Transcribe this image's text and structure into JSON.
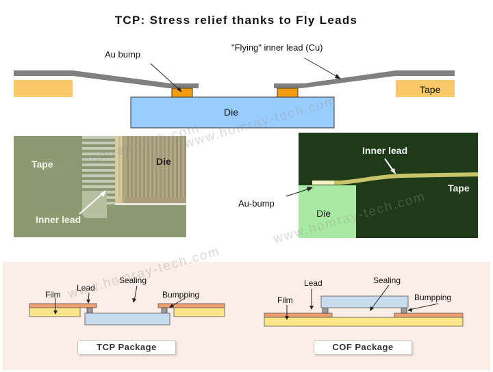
{
  "title": "TCP: Stress relief thanks to Fly Leads",
  "top_diagram": {
    "au_bump_label": "Au bump",
    "flying_lead_label": "\"Flying\" inner lead (Cu)",
    "tape_label": "Tape",
    "die_label": "Die"
  },
  "photo_left": {
    "tape_label": "Tape",
    "die_label": "Die",
    "inner_lead_label": "Inner lead"
  },
  "photo_right": {
    "inner_lead_label": "Inner lead",
    "tape_label": "Tape",
    "die_label": "Die",
    "au_bump_label": "Au-bump"
  },
  "tcp_package": {
    "film_label": "Film",
    "lead_label": "Lead",
    "sealing_label": "Sealing",
    "bumpping_label": "Bumpping",
    "caption": "TCP Package"
  },
  "cof_package": {
    "film_label": "Film",
    "lead_label": "Lead",
    "sealing_label": "Sealing",
    "bumpping_label": "Bumpping",
    "caption": "COF Package"
  },
  "watermark": "www.homray-tech.com",
  "colors": {
    "tape": "#fcc96a",
    "bump": "#f39c12",
    "lead": "#808080",
    "die": "#99ccff",
    "panel": "#fbeee6",
    "film": "#fde58a",
    "copper": "#f0a070",
    "pkg_die": "#c8dcf0"
  }
}
